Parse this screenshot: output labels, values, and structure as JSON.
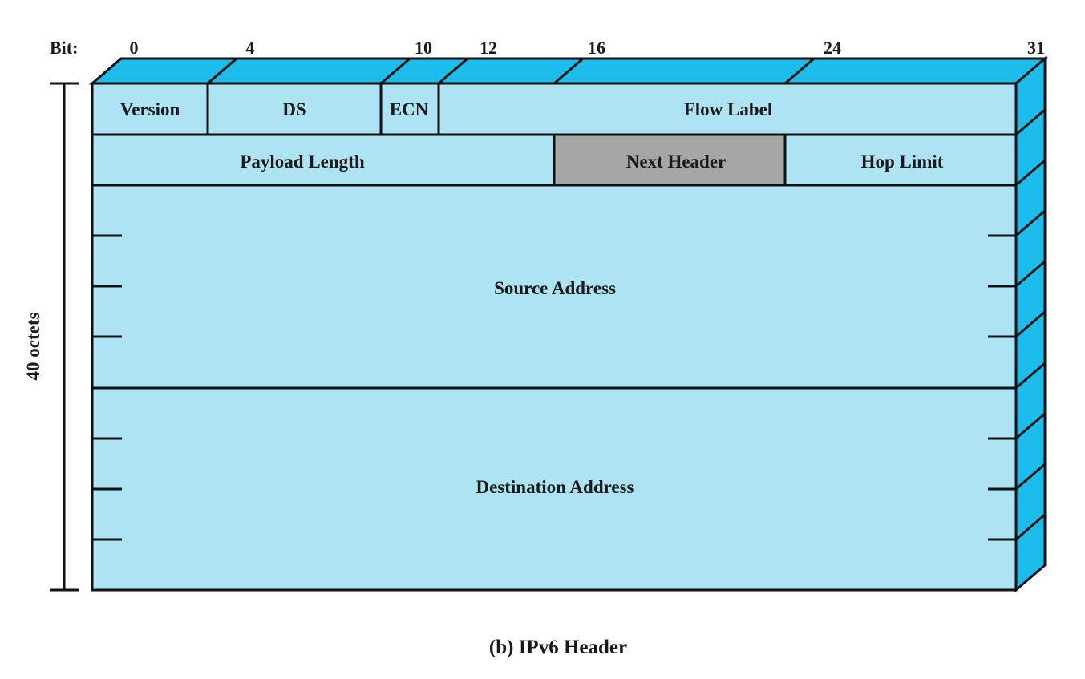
{
  "bit_ruler": {
    "prefix": "Bit:",
    "ticks": [
      "0",
      "4",
      "10",
      "12",
      "16",
      "24",
      "31"
    ]
  },
  "side_label": "40 octets",
  "fields": {
    "version": "Version",
    "ds": "DS",
    "ecn": "ECN",
    "flow_label": "Flow Label",
    "payload_length": "Payload Length",
    "next_header": "Next Header",
    "hop_limit": "Hop Limit",
    "source_address": "Source Address",
    "destination_address": "Destination Address"
  },
  "caption": "(b) IPv6 Header",
  "colors": {
    "face": "#ADE3F2",
    "top_and_side": "#1CBDEB",
    "next_header": "#A6A6A6",
    "stroke": "#111111"
  }
}
